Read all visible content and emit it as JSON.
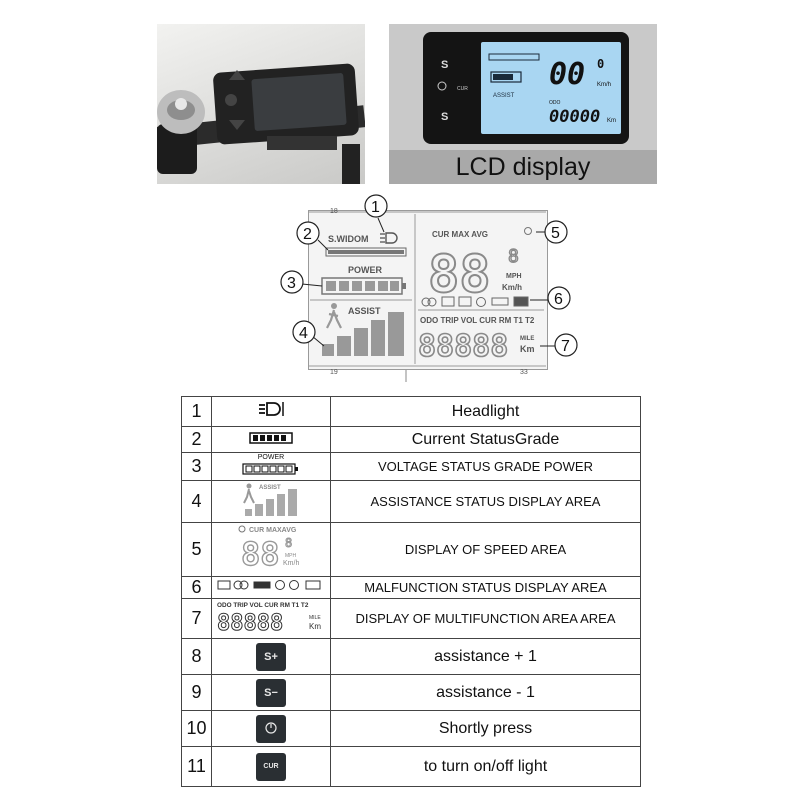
{
  "photos": {
    "caption": "LCD display",
    "screen": {
      "speed": "00",
      "speed_decimal": "0",
      "speed_unit": "Km/h",
      "assist_label": "ASSIST",
      "odo_label": "ODO",
      "odo_value": "00000",
      "odo_unit": "Km"
    },
    "buttons": {
      "plus": "S",
      "minus": "S",
      "cur": "CUR"
    }
  },
  "diagram": {
    "top_left_number": "18",
    "bottom_left_number": "19",
    "bottom_right_number": "33",
    "swidom_label": "S.WIDOM",
    "power_label": "POWER",
    "assist_label": "ASSIST",
    "speed_header": "CUR MAX AVG",
    "speed_digits": "88",
    "speed_decimal": "8",
    "unit_mph": "MPH",
    "unit_kmh": "Km/h",
    "multi_header": "ODO TRIP VOL CUR RM T1 T2",
    "multi_digits": "88888",
    "unit_mile": "MILE",
    "unit_km": "Km",
    "callouts": [
      "1",
      "2",
      "3",
      "4",
      "5",
      "6",
      "7"
    ]
  },
  "legend": {
    "rows": [
      {
        "num": "1",
        "icon": "headlight-icon",
        "desc": "Headlight"
      },
      {
        "num": "2",
        "icon": "status-grade-icon",
        "desc": "Current StatusGrade"
      },
      {
        "num": "3",
        "icon": "power-bar-icon",
        "icon_text": "POWER",
        "desc": "VOLTAGE STATUS GRADE POWER"
      },
      {
        "num": "4",
        "icon": "assist-bars-icon",
        "icon_text": "ASSIST",
        "desc": "ASSISTANCE STATUS DISPLAY AREA"
      },
      {
        "num": "5",
        "icon": "speed-display-icon",
        "icon_text": "CUR MAXAVG",
        "desc": "DISPLAY OF SPEED AREA"
      },
      {
        "num": "6",
        "icon": "malfunction-icons",
        "desc": "MALFUNCTION STATUS DISPLAY AREA"
      },
      {
        "num": "7",
        "icon": "multifunction-display-icon",
        "icon_text": "ODO TRIP VOL CUR RM T1 T2",
        "desc": "DISPLAY OF MULTIFUNCTION AREA AREA"
      },
      {
        "num": "8",
        "icon": "s-plus-button-icon",
        "icon_text": "S+",
        "desc": "assistance + 1"
      },
      {
        "num": "9",
        "icon": "s-minus-button-icon",
        "icon_text": "S−",
        "desc": "assistance - 1"
      },
      {
        "num": "10",
        "icon": "power-button-icon",
        "desc": "Shortly press"
      },
      {
        "num": "11",
        "icon": "cur-button-icon",
        "icon_text": "CUR",
        "desc": "to turn on/off light"
      }
    ]
  }
}
